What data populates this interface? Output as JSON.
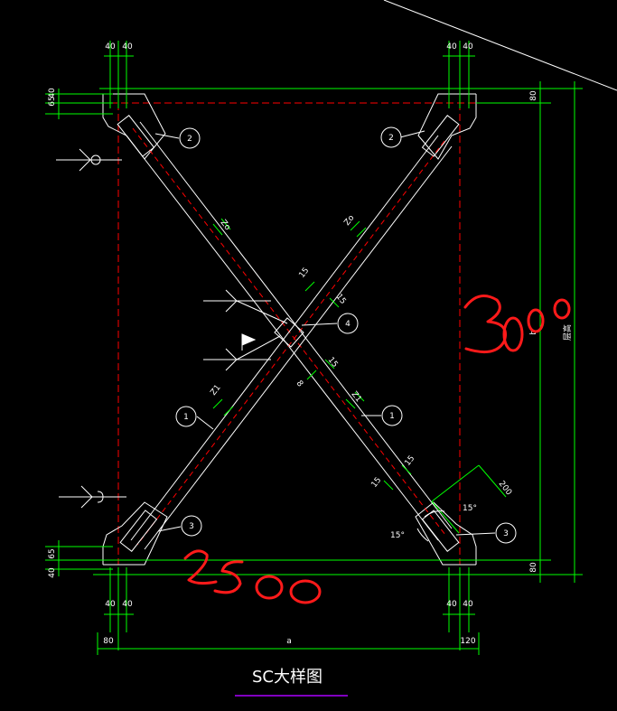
{
  "drawing": {
    "title": "SC大样图",
    "dims": {
      "top_left_a": "40",
      "top_left_b": "40",
      "top_right_a": "40",
      "top_right_b": "40",
      "left_top_a": "65",
      "left_top_b": "40",
      "left_bot_a": "65",
      "left_bot_b": "40",
      "right_top": "80",
      "right_bot": "80",
      "right_mid": "b",
      "right_outer": "层高",
      "bot_left_a": "40",
      "bot_left_b": "40",
      "bot_right_a": "40",
      "bot_right_b": "40",
      "bot_far_left": "80",
      "bot_mid": "a",
      "bot_far_right": "120",
      "angle_a": "15°",
      "angle_b": "15°",
      "len_200": "200"
    },
    "welds": {
      "ul": "Zo",
      "ur": "Zo",
      "cl": "15",
      "cr": "15",
      "crb": "15",
      "c8": "8",
      "ll": "Z1",
      "lr": "Z1",
      "br15a": "15",
      "br15b": "15"
    },
    "bubbles": {
      "tl": "2",
      "tr": "2",
      "center": "4",
      "left": "1",
      "right": "1",
      "bl": "3",
      "br": "3"
    },
    "annotations": {
      "height": "3000",
      "width": "2500"
    },
    "colors": {
      "background": "#000000",
      "linework": "#ffffff",
      "dimension": "#00ff00",
      "centerline": "#ff0000",
      "handwriting": "#ff1a1a",
      "title_underline": "#aa00ff"
    }
  }
}
